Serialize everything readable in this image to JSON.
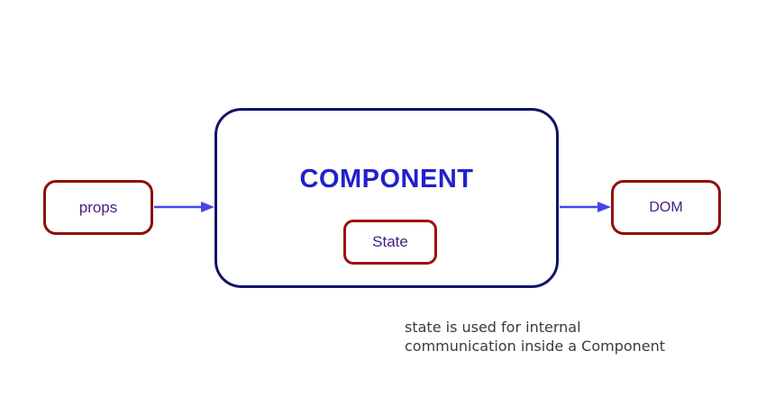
{
  "diagram": {
    "props_label": "props",
    "component_label": "COMPONENT",
    "state_label": "State",
    "dom_label": "DOM",
    "caption_line1": "state is used for internal",
    "caption_line2": "communication inside a Component"
  },
  "colors": {
    "component_border": "#13136b",
    "component_text": "#2121cc",
    "small_box_border": "#8e0e0e",
    "state_box_border": "#9e1111",
    "label_text": "#452080",
    "arrow": "#4646e8",
    "caption_text": "#3b3b3b"
  }
}
